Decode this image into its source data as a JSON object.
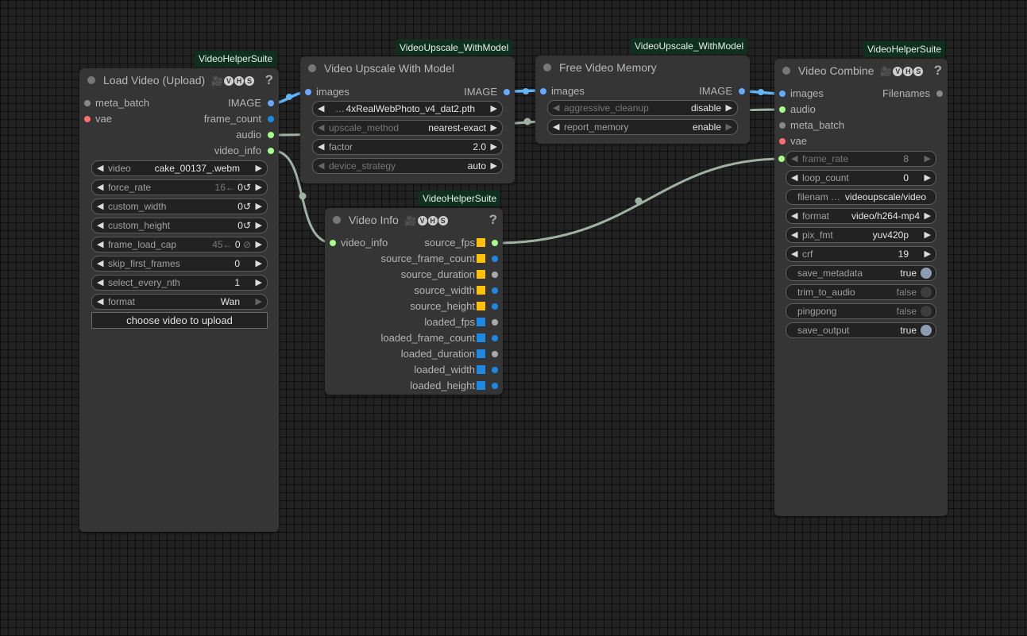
{
  "colors": {
    "image": "#66aaff",
    "vae": "#ff6e6e",
    "audio": "#a6ff8b",
    "generic": "#888888",
    "float": "#aaaaaa",
    "info_source": "#ffc107",
    "info_loaded": "#1e88e5",
    "link_image": "#64b5f6",
    "link_other": "#9fb2a2"
  },
  "load_video": {
    "badge": "VideoHelperSuite",
    "title": "Load Video (Upload)",
    "icons": [
      "camera-icon",
      "v-icon",
      "h-icon",
      "s-icon"
    ],
    "icon_letters": [
      "V",
      "H",
      "S"
    ],
    "help": "?",
    "inputs": [
      "meta_batch",
      "vae"
    ],
    "outputs": [
      "IMAGE",
      "frame_count",
      "audio",
      "video_info"
    ],
    "widgets": [
      {
        "label": "video",
        "value": "cake_00137_.webm"
      },
      {
        "label": "force_rate",
        "extra": "16←",
        "value": "0",
        "suffix": "↺"
      },
      {
        "label": "custom_width",
        "value": "0",
        "suffix": "↺"
      },
      {
        "label": "custom_height",
        "value": "0",
        "suffix": "↺"
      },
      {
        "label": "frame_load_cap",
        "extra": "45←",
        "value": "0",
        "suffix": "⊘"
      },
      {
        "label": "skip_first_frames",
        "value": "0"
      },
      {
        "label": "select_every_nth",
        "value": "1"
      },
      {
        "label": "format",
        "value": "Wan"
      }
    ],
    "button": "choose video to upload"
  },
  "upscale": {
    "badge": "VideoUpscale_WithModel",
    "title": "Video Upscale With Model",
    "input": "images",
    "output": "IMAGE",
    "widgets": [
      {
        "label": "…",
        "value": "4xRealWebPhoto_v4_dat2.pth"
      },
      {
        "label": "upscale_method",
        "value": "nearest-exact"
      },
      {
        "label": "factor",
        "value": "2.0"
      },
      {
        "label": "device_strategy",
        "value": "auto"
      }
    ]
  },
  "free_memory": {
    "badge": "VideoUpscale_WithModel",
    "title": "Free Video Memory",
    "input": "images",
    "output": "IMAGE",
    "widgets": [
      {
        "label": "aggressive_cleanup",
        "value": "disable"
      },
      {
        "label": "report_memory",
        "value": "enable"
      }
    ]
  },
  "video_info": {
    "badge": "VideoHelperSuite",
    "title": "Video Info",
    "help": "?",
    "input": "video_info",
    "outputs": [
      "source_fps",
      "source_frame_count",
      "source_duration",
      "source_width",
      "source_height",
      "loaded_fps",
      "loaded_frame_count",
      "loaded_duration",
      "loaded_width",
      "loaded_height"
    ]
  },
  "combine": {
    "badge": "VideoHelperSuite",
    "title": "Video Combine",
    "help": "?",
    "inputs": [
      "images",
      "audio",
      "meta_batch",
      "vae"
    ],
    "output": "Filenames",
    "widgets": [
      {
        "label": "frame_rate",
        "value": "8"
      },
      {
        "label": "loop_count",
        "value": "0"
      },
      {
        "label": "filenam …",
        "value": "videoupscale/video"
      },
      {
        "label": "format",
        "value": "video/h264-mp4"
      },
      {
        "label": "pix_fmt",
        "value": "yuv420p"
      },
      {
        "label": "crf",
        "value": "19"
      },
      {
        "label": "save_metadata",
        "value": "true"
      },
      {
        "label": "trim_to_audio",
        "value": "false"
      },
      {
        "label": "pingpong",
        "value": "false"
      },
      {
        "label": "save_output",
        "value": "true"
      }
    ]
  }
}
